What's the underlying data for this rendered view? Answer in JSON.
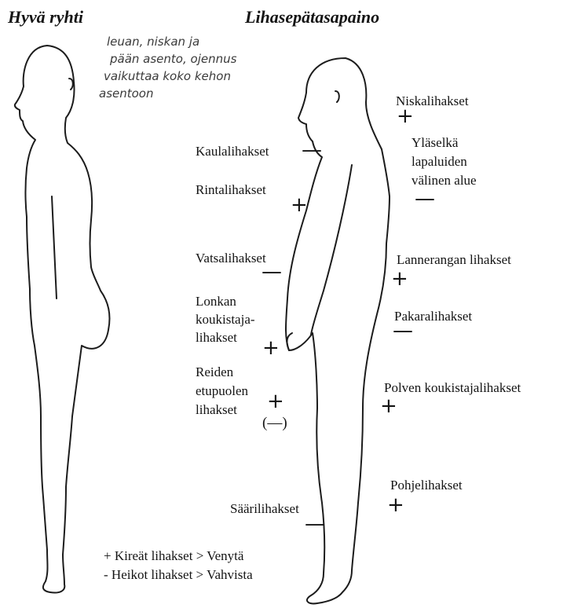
{
  "titles": {
    "left": "Hyvä ryhti",
    "right": "Lihasepätasapaino"
  },
  "handwritten_note": {
    "lines": [
      "leuan, niskan ja",
      "pään asento, ojennus",
      "vaikuttaa koko kehon",
      "asentoon"
    ]
  },
  "labels": {
    "niskalihakset": {
      "text": "Niskalihakset",
      "sign": "+"
    },
    "ylaselka": {
      "lines": [
        "Yläselkä",
        "lapaluiden",
        "välinen alue"
      ],
      "sign": "—"
    },
    "kaulalihakset": {
      "text": "Kaulalihakset",
      "sign": "—"
    },
    "rintalihakset": {
      "text": "Rintalihakset",
      "sign": "+"
    },
    "vatsalihakset": {
      "text": "Vatsalihakset",
      "sign": "—"
    },
    "lannerangan": {
      "text": "Lannerangan lihakset",
      "sign": "+"
    },
    "lonkan": {
      "lines": [
        "Lonkan",
        "koukistaja-",
        "lihakset"
      ],
      "sign": "+"
    },
    "pakaralihakset": {
      "text": "Pakaralihakset",
      "sign": "—"
    },
    "reiden": {
      "lines": [
        "Reiden",
        "etupuolen",
        "lihakset"
      ],
      "sign": "+",
      "sign2": "(—)"
    },
    "polven": {
      "text": "Polven koukistajalihakset",
      "sign": "+"
    },
    "pohjelihakset": {
      "text": "Pohjelihakset",
      "sign": "+"
    },
    "saarilihakset": {
      "text": "Säärilihakset",
      "sign": "—"
    }
  },
  "legend": {
    "line1": "+ Kireät lihakset > Venytä",
    "line2": "- Heikot lihakset > Vahvista"
  }
}
